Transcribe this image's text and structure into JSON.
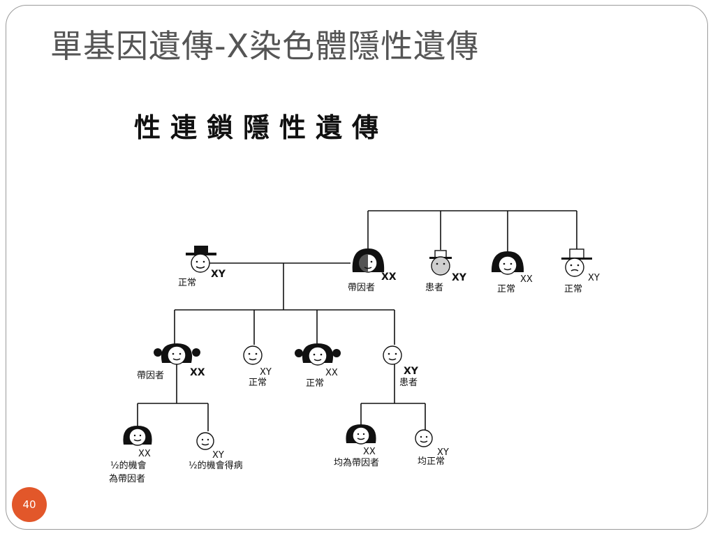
{
  "slide": {
    "title": "單基因遺傳-X染色體隱性遺傳",
    "page_number": "40"
  },
  "diagram": {
    "title": "性連鎖隱性遺傳",
    "gen1": {
      "father": {
        "label": "正常",
        "genotype": "XY"
      },
      "mother": {
        "label": "帶因者",
        "genotype": "XX"
      },
      "sib_affected": {
        "label": "患者",
        "genotype": "XY"
      },
      "sib_sister": {
        "label": "正常",
        "genotype": "XX"
      },
      "sib_brother": {
        "label": "正常",
        "genotype": "XY"
      }
    },
    "gen2": {
      "daughter_carrier": {
        "label": "帶因者",
        "genotype": "XX"
      },
      "son_normal": {
        "label": "正常",
        "genotype": "XY"
      },
      "daughter_normal": {
        "label": "正常",
        "genotype": "XX"
      },
      "son_affected": {
        "label": "患者",
        "genotype": "XY"
      }
    },
    "gen3": {
      "daughter_a": {
        "label_line1": "½的機會",
        "label_line2": "為帶因者",
        "genotype": "XX"
      },
      "son_a": {
        "label": "½的機會得病",
        "genotype": "XY"
      },
      "daughter_b": {
        "label": "均為帶因者",
        "genotype": "XX"
      },
      "son_b": {
        "label": "均正常",
        "genotype": "XY"
      }
    }
  }
}
